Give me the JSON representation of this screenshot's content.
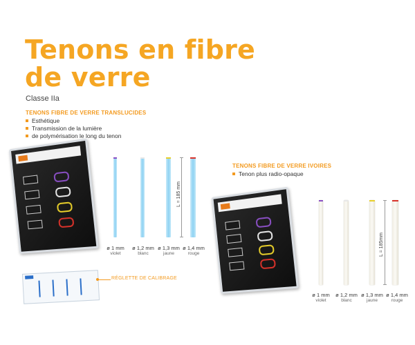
{
  "title": {
    "line1": "Tenons en fibre",
    "line2": "de verre"
  },
  "classe": "Classe IIa",
  "translucides": {
    "heading": "TENONS FIBRE DE VERRE TRANSLUCIDES",
    "bullets": [
      "Esthétique",
      "Transmission de la lumière",
      "de polymérisation le long du tenon"
    ],
    "length_label": "L = 185 mm",
    "sizes": [
      {
        "dia": "ø 1 mm",
        "color": "violet"
      },
      {
        "dia": "ø 1,2 mm",
        "color": "blanc"
      },
      {
        "dia": "ø 1,3 mm",
        "color": "jaune"
      },
      {
        "dia": "ø 1,4 mm",
        "color": "rouge"
      }
    ]
  },
  "ivoires": {
    "heading": "TENONS FIBRE DE VERRE IVOIRES",
    "bullets": [
      "Tenon plus radio-opaque"
    ],
    "length_label": "L = 185mm",
    "sizes": [
      {
        "dia": "ø 1 mm",
        "color": "violet"
      },
      {
        "dia": "ø 1,2 mm",
        "color": "blanc"
      },
      {
        "dia": "ø 1,3 mm",
        "color": "jaune"
      },
      {
        "dia": "ø 1,4 mm",
        "color": "rouge"
      }
    ]
  },
  "reglette": "RÉGLETTE DE CALIBRAGE",
  "colors": {
    "accent": "#f39a1f",
    "title": "#f5a623",
    "violet": "#8a4fc4",
    "blanc": "#e8e8e8",
    "jaune": "#e8cf2a",
    "rouge": "#d8322a"
  }
}
